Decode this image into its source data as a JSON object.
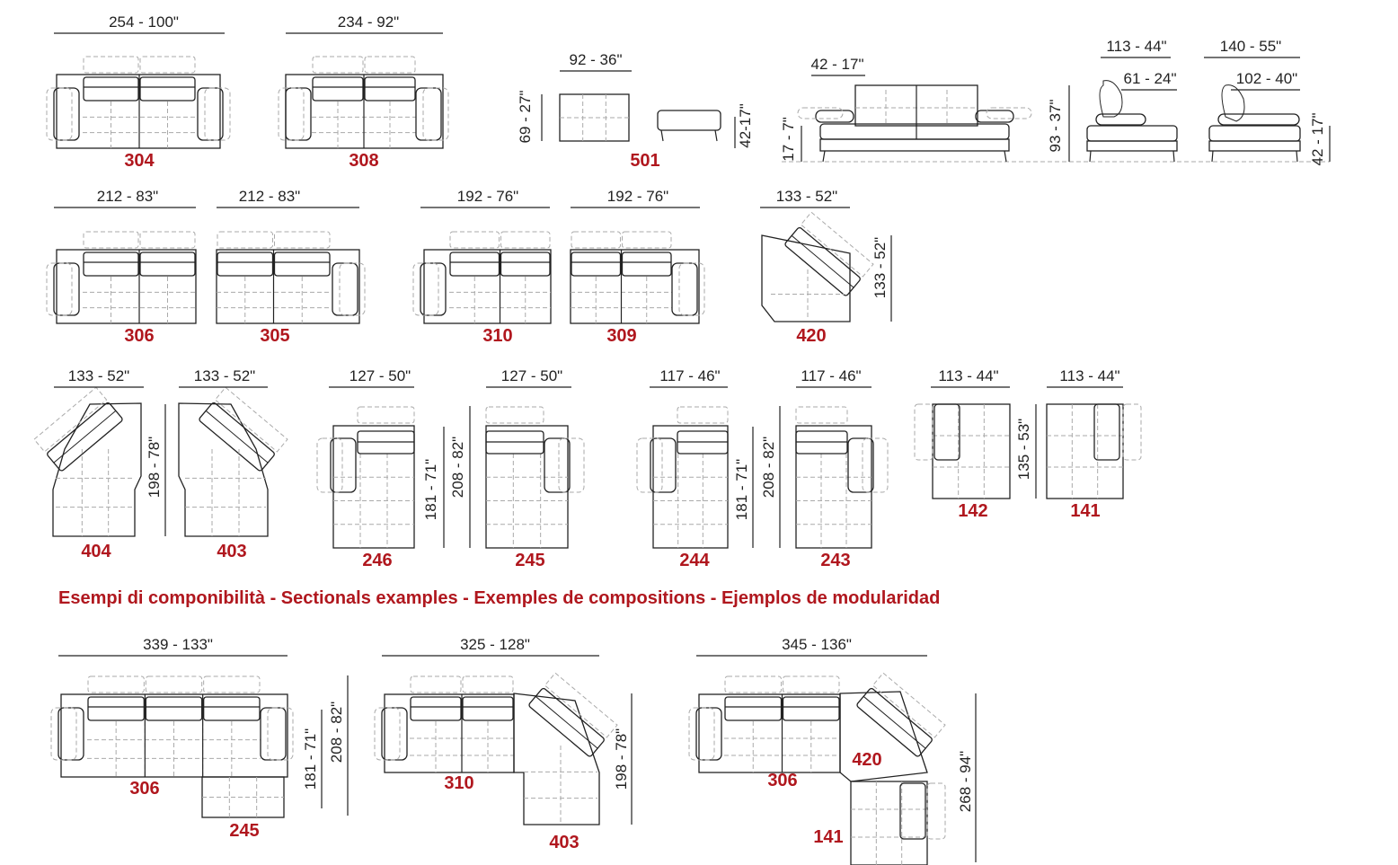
{
  "colors": {
    "code": "#b0171e",
    "line": "#222222",
    "dashed": "#aaaaaa"
  },
  "section_title": "Esempi di componibilità  -  Sectionals examples - Exemples de compositions - Ejemplos de modularidad",
  "row1": {
    "dims": [
      "254 - 100\"",
      "234 - 92\"",
      "92 - 36\"",
      "42 - 17\"",
      "113 - 44\"",
      "140 - 55\"",
      "61 - 24\"",
      "102 - 40\""
    ],
    "vdims": [
      "69 - 27\"",
      "42-17\"",
      "17 - 7\"",
      "93 - 37\"",
      "42 - 17\""
    ],
    "codes": [
      "304",
      "308",
      "501"
    ]
  },
  "row2": {
    "dims": [
      "212 - 83\"",
      "212 - 83\"",
      "192 - 76\"",
      "192 - 76\"",
      "133 - 52\""
    ],
    "vdims": [
      "133 - 52\""
    ],
    "codes": [
      "306",
      "305",
      "310",
      "309",
      "420"
    ]
  },
  "row3": {
    "dims": [
      "133 - 52\"",
      "133 - 52\"",
      "127 - 50\"",
      "127 - 50\"",
      "117 - 46\"",
      "117 - 46\"",
      "113 - 44\"",
      "113 - 44\""
    ],
    "vdims": [
      "198 - 78\"",
      "181 - 71\"",
      "208 - 82\"",
      "181 - 71\"",
      "208 - 82\"",
      "135 - 53\""
    ],
    "codes": [
      "404",
      "403",
      "246",
      "245",
      "244",
      "243",
      "142",
      "141"
    ]
  },
  "row4": {
    "dims": [
      "339 - 133\"",
      "325 - 128\"",
      "345 - 136\""
    ],
    "vdims": [
      "181 - 71\"",
      "208 - 82\"",
      "198 - 78\"",
      "268 - 94\""
    ],
    "codes": [
      "306",
      "245",
      "310",
      "403",
      "306",
      "420",
      "141"
    ]
  }
}
